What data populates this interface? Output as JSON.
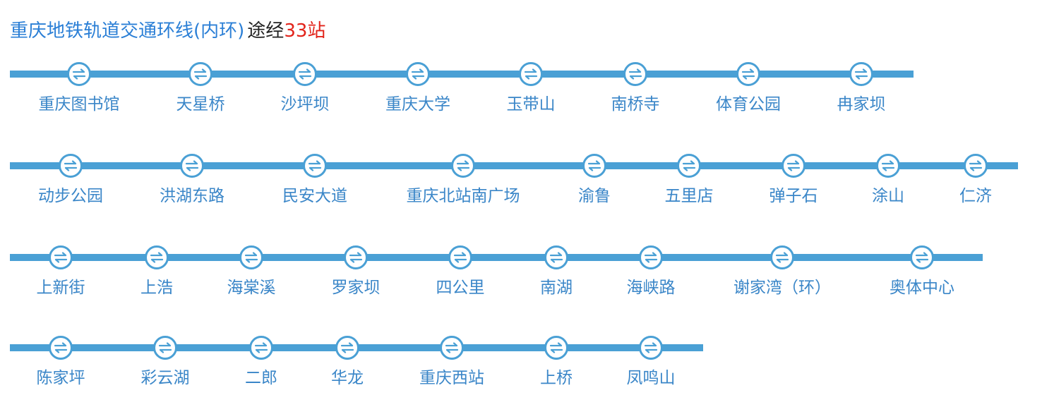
{
  "header": {
    "line_name": "重庆地铁轨道交通环线(内环)",
    "via_label": "途经",
    "count_label": "33站"
  },
  "colors": {
    "line": "#4aa0d5",
    "label": "#3a86c8",
    "title": "#2b7fd6",
    "count": "#e2231a"
  },
  "rows": [
    {
      "stations": [
        {
          "name": "重庆图书馆"
        },
        {
          "name": "天星桥"
        },
        {
          "name": "沙坪坝"
        },
        {
          "name": "重庆大学"
        },
        {
          "name": "玉带山"
        },
        {
          "name": "南桥寺"
        },
        {
          "name": "体育公园"
        },
        {
          "name": "冉家坝"
        }
      ]
    },
    {
      "stations": [
        {
          "name": "动步公园"
        },
        {
          "name": "洪湖东路"
        },
        {
          "name": "民安大道"
        },
        {
          "name": "重庆北站南广场"
        },
        {
          "name": "渝鲁"
        },
        {
          "name": "五里店"
        },
        {
          "name": "弹子石"
        },
        {
          "name": "涂山"
        },
        {
          "name": "仁济"
        }
      ]
    },
    {
      "stations": [
        {
          "name": "上新街"
        },
        {
          "name": "上浩"
        },
        {
          "name": "海棠溪"
        },
        {
          "name": "罗家坝"
        },
        {
          "name": "四公里"
        },
        {
          "name": "南湖"
        },
        {
          "name": "海峡路"
        },
        {
          "name": "谢家湾（环）"
        },
        {
          "name": "奥体中心"
        }
      ]
    },
    {
      "stations": [
        {
          "name": "陈家坪"
        },
        {
          "name": "彩云湖"
        },
        {
          "name": "二郎"
        },
        {
          "name": "华龙"
        },
        {
          "name": "重庆西站"
        },
        {
          "name": "上桥"
        },
        {
          "name": "凤鸣山"
        }
      ]
    }
  ]
}
